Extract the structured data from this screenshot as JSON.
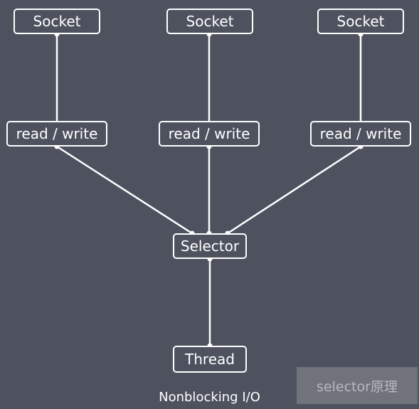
{
  "diagram": {
    "sockets": [
      "Socket",
      "Socket",
      "Socket"
    ],
    "channels": [
      "read / write",
      "read / write",
      "read / write"
    ],
    "selector": "Selector",
    "thread": "Thread",
    "caption": "Nonblocking I/O"
  },
  "watermark": "selector原理",
  "colors": {
    "background": "#4e525f",
    "stroke": "#ffffff"
  }
}
